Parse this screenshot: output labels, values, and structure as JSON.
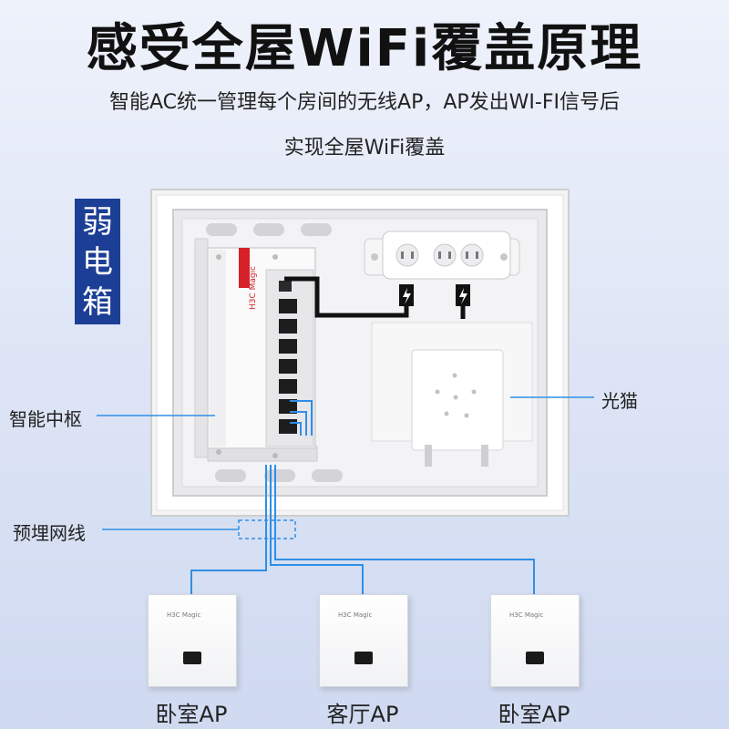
{
  "title": "感受全屋WiFi覆盖原理",
  "subtitle_line1": "智能AC统一管理每个房间的无线AP，AP发出WI-FI信号后",
  "subtitle_line2": "实现全屋WiFi覆盖",
  "box_label": [
    "弱",
    "电",
    "箱"
  ],
  "labels": {
    "hub": "智能中枢",
    "modem": "光猫",
    "cable": "预埋网线"
  },
  "aps": [
    {
      "label": "卧室AP",
      "brand": "H3C Magic"
    },
    {
      "label": "客厅AP",
      "brand": "H3C Magic"
    },
    {
      "label": "卧室AP",
      "brand": "H3C Magic"
    }
  ],
  "hub_brand": "H3C Magic",
  "colors": {
    "badge": "#1c3f95",
    "line": "#2f8fe6",
    "brand_red": "#d6202a"
  }
}
